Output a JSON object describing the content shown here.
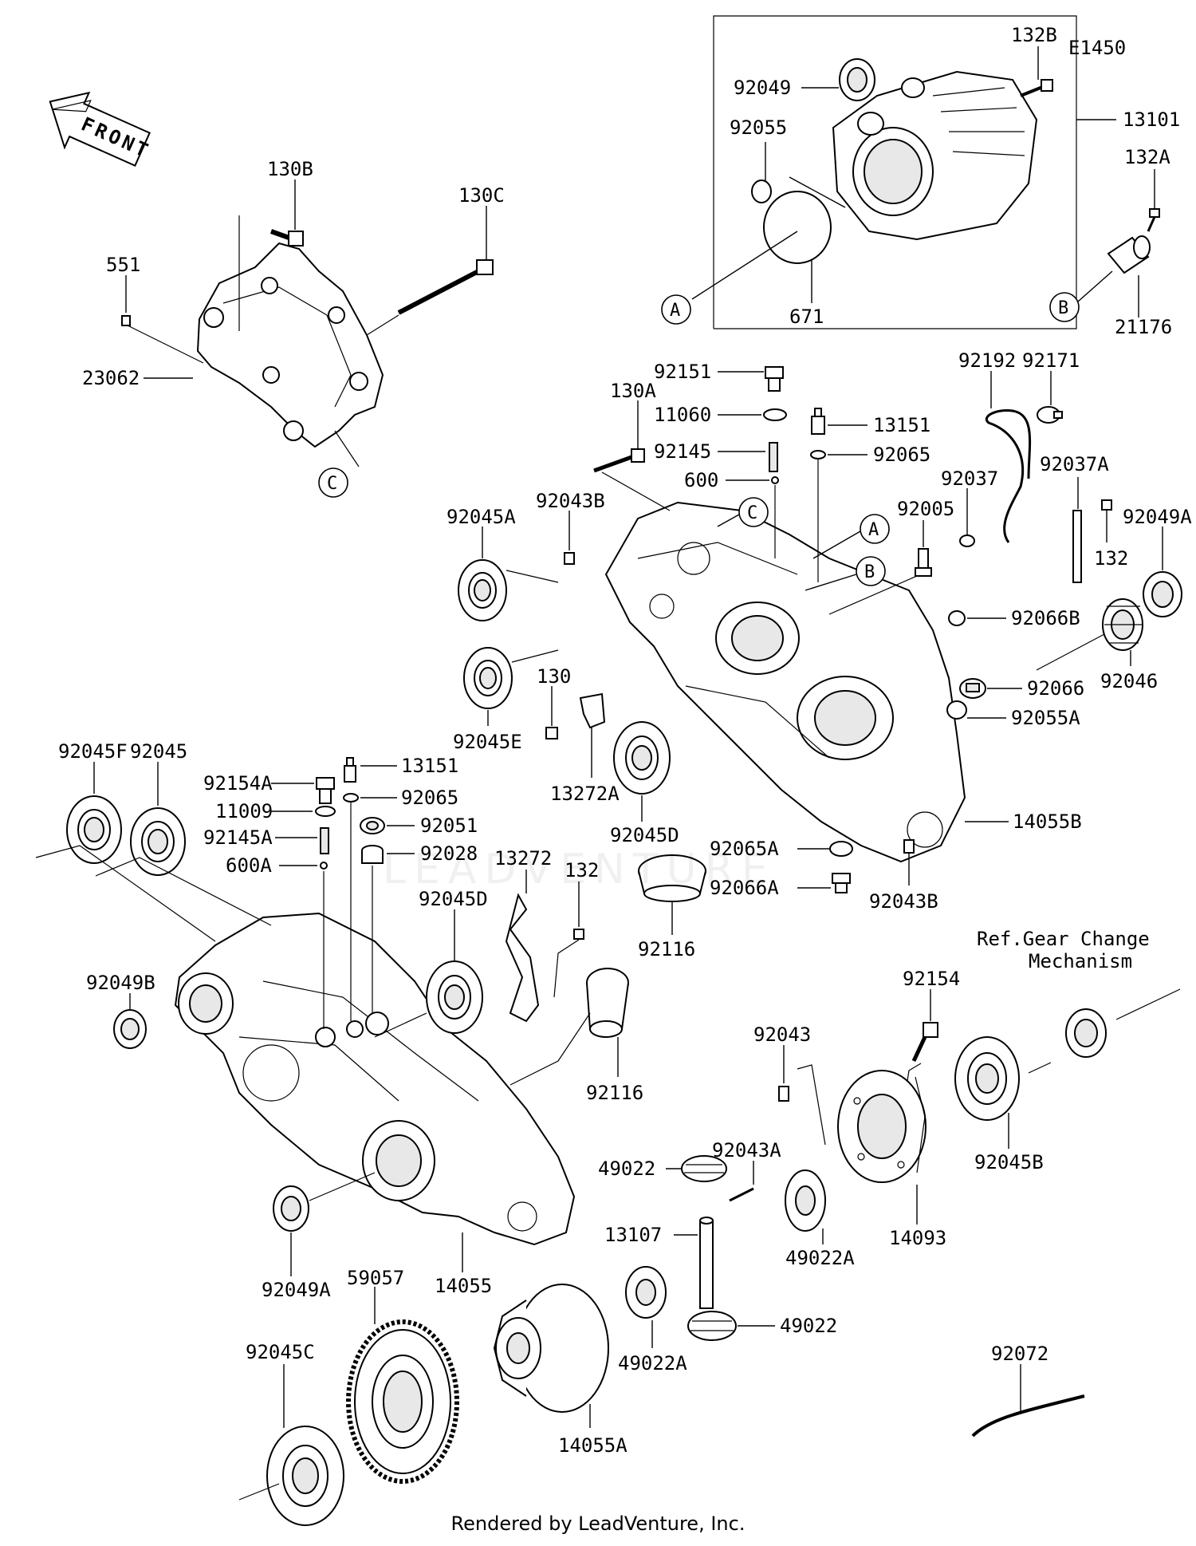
{
  "diagram_code": "E1450",
  "front_label": "FRONT",
  "footer": "Rendered by LeadVenture, Inc.",
  "watermark": "LEADVENTURE",
  "reference_note": {
    "line1": "Ref.Gear Change",
    "line2": "Mechanism"
  },
  "callouts": [
    "A",
    "B",
    "C"
  ],
  "labels": {
    "p132B": "132B",
    "p92049": "92049",
    "p92055": "92055",
    "p13101": "13101",
    "p132A": "132A",
    "p671": "671",
    "p21176": "21176",
    "p130B": "130B",
    "p130C": "130C",
    "p551": "551",
    "p23062": "23062",
    "p92151": "92151",
    "p130A": "130A",
    "p11060": "11060",
    "p13151a": "13151",
    "p92145": "92145",
    "p92065a": "92065",
    "p600": "600",
    "p92192": "92192",
    "p92171": "92171",
    "p92037": "92037",
    "p92037A": "92037A",
    "p92043B_top": "92043B",
    "p92005": "92005",
    "p92045A": "92045A",
    "p132": "132",
    "p92049A_top": "92049A",
    "p92066B": "92066B",
    "p92046": "92046",
    "p92066": "92066",
    "p92055A": "92055A",
    "p130": "130",
    "p92045E": "92045E",
    "p13272A": "13272A",
    "p92045D_top": "92045D",
    "p14055B": "14055B",
    "p92065A": "92065A",
    "p92066A": "92066A",
    "p92043B_bot": "92043B",
    "p92116_top": "92116",
    "p92045F": "92045F",
    "p92045": "92045",
    "p92154A": "92154A",
    "p13151b": "13151",
    "p11009": "11009",
    "p92065b": "92065",
    "p92145A": "92145A",
    "p92051": "92051",
    "p600A": "600A",
    "p92028": "92028",
    "p13272": "13272",
    "p132b": "132",
    "p92045D_mid": "92045D",
    "p92049B": "92049B",
    "p92116_mid": "92116",
    "p92154": "92154",
    "p92043": "92043",
    "p92045B": "92045B",
    "p92043A": "92043A",
    "p49022a": "49022",
    "p13107": "13107",
    "p49022A_a": "49022A",
    "p14093": "14093",
    "p49022b": "49022",
    "p49022A_b": "49022A",
    "p92049A_bot": "92049A",
    "p14055": "14055",
    "p59057": "59057",
    "p92045C": "92045C",
    "p14055A": "14055A",
    "p92072": "92072"
  }
}
